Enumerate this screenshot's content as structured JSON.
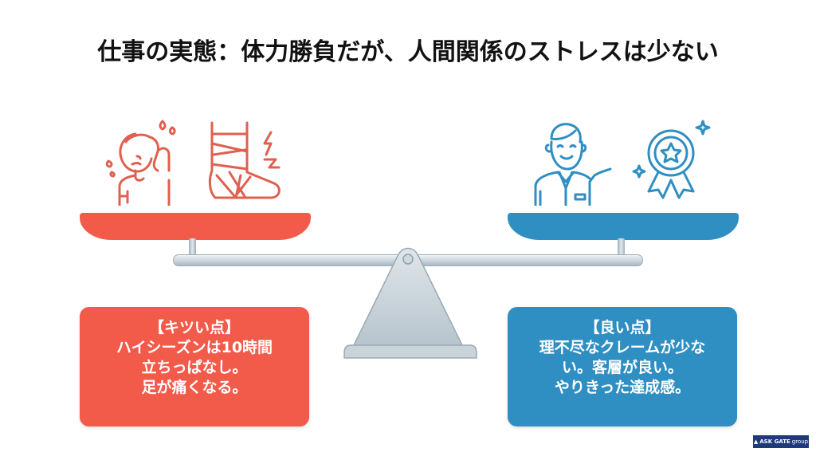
{
  "title": "仕事の実態：体力勝負だが、人間関係のストレスは少ない",
  "colors": {
    "negative": "#f25a4a",
    "positive": "#2f8ec2",
    "scale_metal": "#c7d2da",
    "title_text": "#111111"
  },
  "left_side": {
    "icons": [
      "sweating-tired-person-icon",
      "bandaged-foot-pain-icon"
    ],
    "card": {
      "heading": "【キツい点】",
      "lines": [
        "ハイシーズンは10時間",
        "立ちっぱなし。",
        "足が痛くなる。"
      ]
    }
  },
  "right_side": {
    "icons": [
      "smiling-staff-icon",
      "award-ribbon-star-icon"
    ],
    "card": {
      "heading": "【良い点】",
      "lines": [
        "理不尽なクレームが少な",
        "い。客層が良い。",
        "やりきった達成感。"
      ]
    }
  },
  "logo": {
    "brand": "ASK GATE",
    "suffix": "group"
  }
}
